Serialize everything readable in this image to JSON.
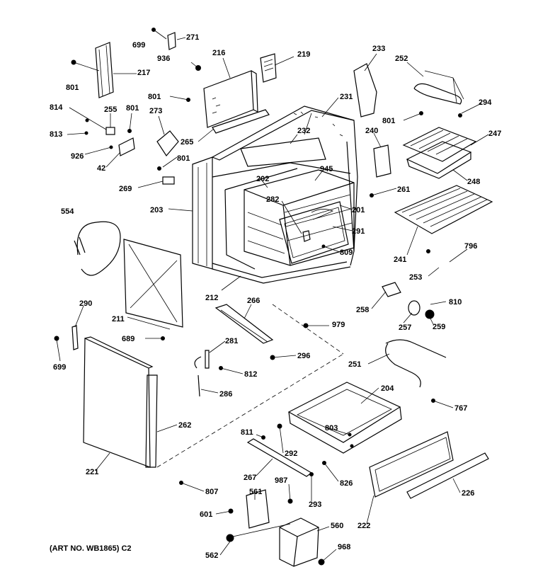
{
  "caption": "(ART NO. WB1865) C2",
  "labels": [
    {
      "id": "l699a",
      "text": "699"
    },
    {
      "id": "l271",
      "text": "271"
    },
    {
      "id": "l936",
      "text": "936"
    },
    {
      "id": "l216",
      "text": "216"
    },
    {
      "id": "l219",
      "text": "219"
    },
    {
      "id": "l233",
      "text": "233"
    },
    {
      "id": "l252",
      "text": "252"
    },
    {
      "id": "l801a",
      "text": "801"
    },
    {
      "id": "l217",
      "text": "217"
    },
    {
      "id": "l801b",
      "text": "801"
    },
    {
      "id": "l231",
      "text": "231"
    },
    {
      "id": "l814",
      "text": "814"
    },
    {
      "id": "l255",
      "text": "255"
    },
    {
      "id": "l801c",
      "text": "801"
    },
    {
      "id": "l273",
      "text": "273"
    },
    {
      "id": "l801d",
      "text": "801"
    },
    {
      "id": "l294",
      "text": "294"
    },
    {
      "id": "l232",
      "text": "232"
    },
    {
      "id": "l240",
      "text": "240"
    },
    {
      "id": "l247",
      "text": "247"
    },
    {
      "id": "l813",
      "text": "813"
    },
    {
      "id": "l265",
      "text": "265"
    },
    {
      "id": "l926",
      "text": "926"
    },
    {
      "id": "l801e",
      "text": "801"
    },
    {
      "id": "l42",
      "text": "42"
    },
    {
      "id": "l945",
      "text": "945"
    },
    {
      "id": "l202",
      "text": "202"
    },
    {
      "id": "l248",
      "text": "248"
    },
    {
      "id": "l269",
      "text": "269"
    },
    {
      "id": "l261",
      "text": "261"
    },
    {
      "id": "l282",
      "text": "282"
    },
    {
      "id": "l203",
      "text": "203"
    },
    {
      "id": "l201",
      "text": "201"
    },
    {
      "id": "l554",
      "text": "554"
    },
    {
      "id": "l291",
      "text": "291"
    },
    {
      "id": "l809",
      "text": "809"
    },
    {
      "id": "l241",
      "text": "241"
    },
    {
      "id": "l796",
      "text": "796"
    },
    {
      "id": "l253",
      "text": "253"
    },
    {
      "id": "l212",
      "text": "212"
    },
    {
      "id": "l266",
      "text": "266"
    },
    {
      "id": "l290",
      "text": "290"
    },
    {
      "id": "l258",
      "text": "258"
    },
    {
      "id": "l810",
      "text": "810"
    },
    {
      "id": "l211",
      "text": "211"
    },
    {
      "id": "l257",
      "text": "257"
    },
    {
      "id": "l259",
      "text": "259"
    },
    {
      "id": "l689",
      "text": "689"
    },
    {
      "id": "l979",
      "text": "979"
    },
    {
      "id": "l281",
      "text": "281"
    },
    {
      "id": "l296",
      "text": "296"
    },
    {
      "id": "l699b",
      "text": "699"
    },
    {
      "id": "l812",
      "text": "812"
    },
    {
      "id": "l251",
      "text": "251"
    },
    {
      "id": "l204",
      "text": "204"
    },
    {
      "id": "l286",
      "text": "286"
    },
    {
      "id": "l767",
      "text": "767"
    },
    {
      "id": "l262",
      "text": "262"
    },
    {
      "id": "l803",
      "text": "803"
    },
    {
      "id": "l811",
      "text": "811"
    },
    {
      "id": "l292",
      "text": "292"
    },
    {
      "id": "l221",
      "text": "221"
    },
    {
      "id": "l267",
      "text": "267"
    },
    {
      "id": "l826",
      "text": "826"
    },
    {
      "id": "l226",
      "text": "226"
    },
    {
      "id": "l807",
      "text": "807"
    },
    {
      "id": "l561",
      "text": "561"
    },
    {
      "id": "l987",
      "text": "987"
    },
    {
      "id": "l601",
      "text": "601"
    },
    {
      "id": "l293",
      "text": "293"
    },
    {
      "id": "l222",
      "text": "222"
    },
    {
      "id": "l560",
      "text": "560"
    },
    {
      "id": "l968",
      "text": "968"
    },
    {
      "id": "l562",
      "text": "562"
    }
  ]
}
